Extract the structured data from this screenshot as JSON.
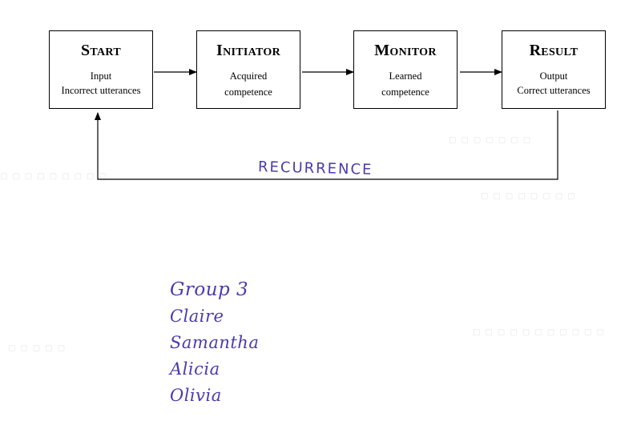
{
  "flowchart": {
    "nodes": [
      {
        "id": "start",
        "title": "Start",
        "line1": "Input",
        "line2": "Incorrect utterances"
      },
      {
        "id": "initiator",
        "title": "Initiator",
        "line1": "Acquired",
        "line2": "competence"
      },
      {
        "id": "monitor",
        "title": "Monitor",
        "line1": "Learned",
        "line2": "competence"
      },
      {
        "id": "result",
        "title": "Result",
        "line1": "Output",
        "line2": "Correct utterances"
      }
    ],
    "edges": [
      {
        "from": "start",
        "to": "initiator"
      },
      {
        "from": "initiator",
        "to": "monitor"
      },
      {
        "from": "monitor",
        "to": "result"
      },
      {
        "from": "result",
        "to": "start",
        "label": "RECURRENCE"
      }
    ]
  },
  "annotations": {
    "loop_label": "RECURRENCE",
    "group_title": "Group 3",
    "members": [
      "Claire",
      "Samantha",
      "Alicia",
      "Olivia"
    ]
  },
  "colors": {
    "ink": "#000000",
    "handwriting": "#4a3bb0"
  }
}
